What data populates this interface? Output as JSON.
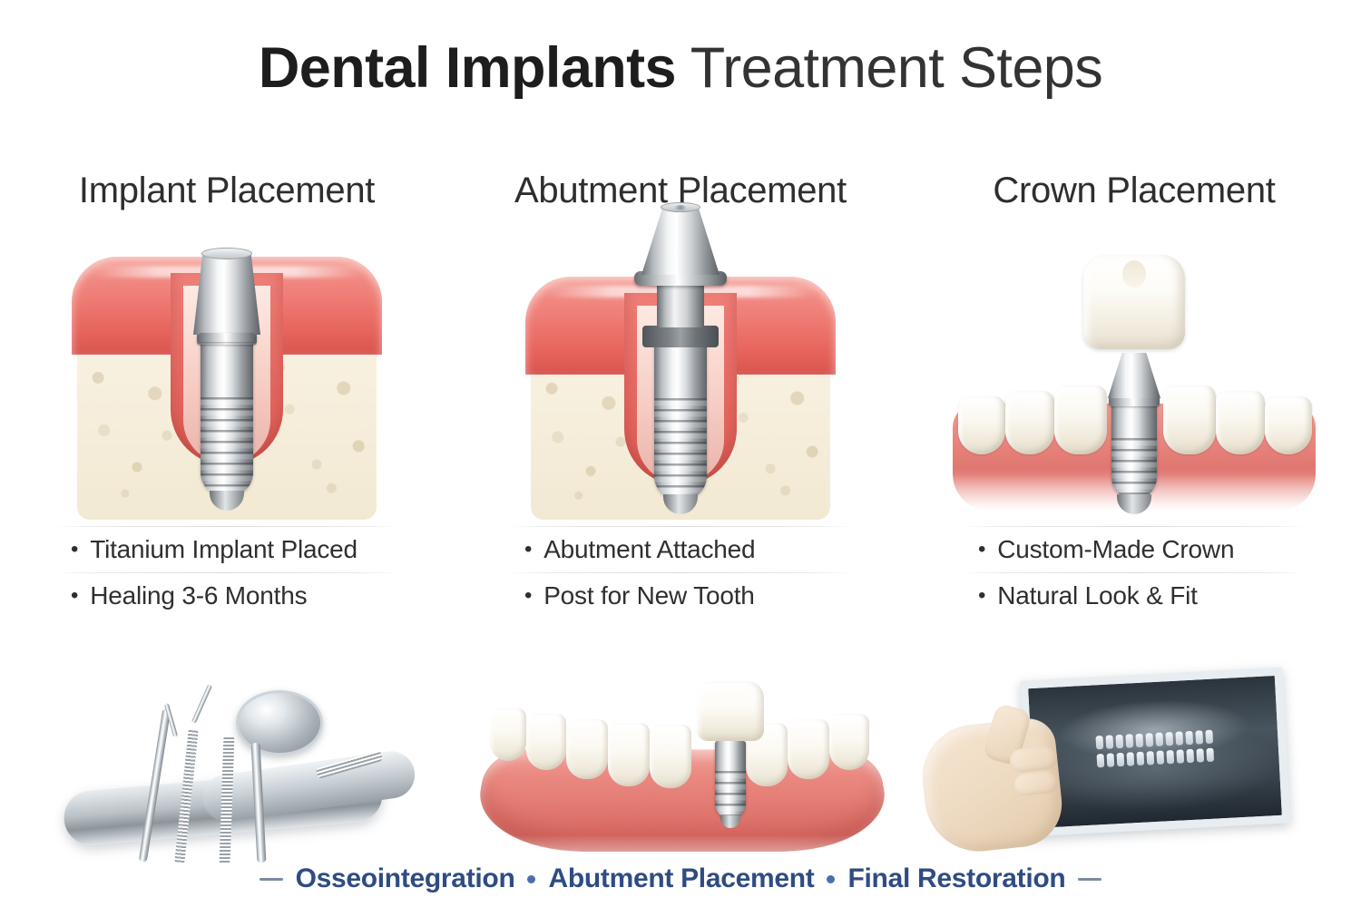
{
  "title": {
    "bold_part": "Dental Implants",
    "light_part": "Treatment Steps"
  },
  "colors": {
    "title": "#1d1d1d",
    "heading": "#2e2e2e",
    "bullet_text": "#2f2f2f",
    "footer_text": "#2f4c82",
    "footer_dot": "#4a6fae",
    "footer_dash": "#7b8aa3",
    "gum_pink": "#e8675f",
    "bone_cream": "#f7f0de",
    "metal_silver": "#c3cacf",
    "background": "#ffffff"
  },
  "columns": [
    {
      "heading": "Implant Placement",
      "illustration": "implant-in-bone-cross-section",
      "bullets": [
        {
          "marker": "•",
          "text": "Titanium Implant Placed"
        },
        {
          "marker": "•",
          "text": "Healing 3-6 Months"
        }
      ]
    },
    {
      "heading": "Abutment Placement",
      "illustration": "abutment-on-implant-cross-section",
      "bullets": [
        {
          "marker": "•",
          "text": "Abutment Attached"
        },
        {
          "marker": "•",
          "text": "Post for New Tooth"
        }
      ]
    },
    {
      "heading": "Crown Placement",
      "illustration": "crown-over-implant-with-adjacent-teeth",
      "bullets": [
        {
          "marker": "•",
          "text": "Custom-Made Crown"
        },
        {
          "marker": "•",
          "text": "Natural Look & Fit"
        }
      ]
    }
  ],
  "bottom_images": [
    {
      "name": "dental-instruments-photo"
    },
    {
      "name": "lower-jaw-model-with-implant-photo"
    },
    {
      "name": "panoramic-xray-held-by-gloved-hand-photo"
    }
  ],
  "footer": {
    "left_dash": "—",
    "right_dash": "—",
    "separator_dot": "•",
    "items": [
      "Osseointegration",
      "Abutment Placement",
      "Final Restoration"
    ]
  }
}
